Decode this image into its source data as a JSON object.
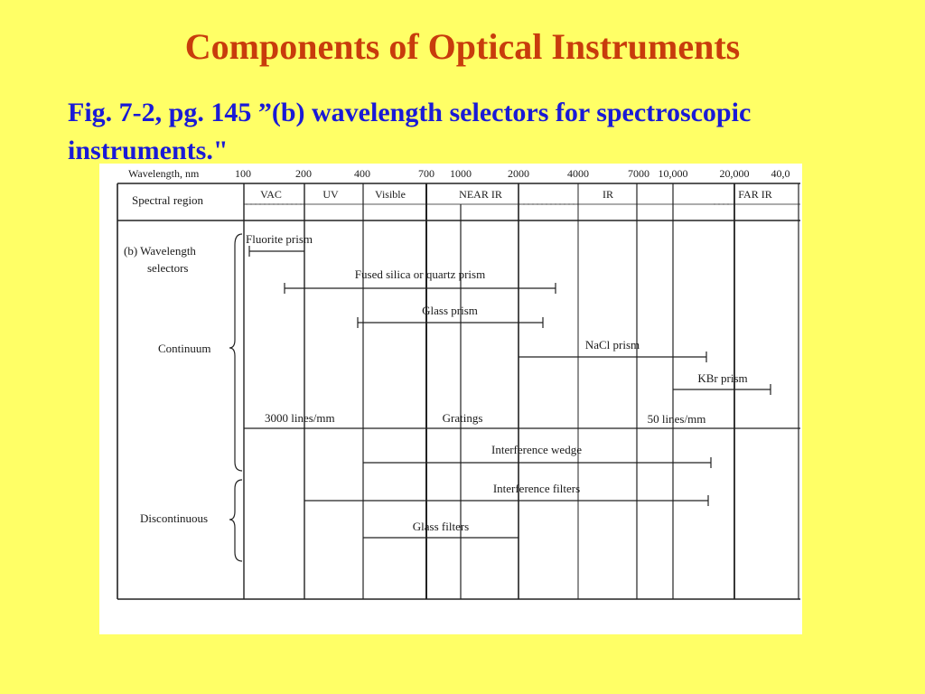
{
  "slide": {
    "title": "Components of Optical Instruments",
    "subtitle": "Fig. 7-2, pg. 145 ”(b) wavelength selectors for spectroscopic instruments.\""
  },
  "figure": {
    "wavelength_axis": {
      "label": "Wavelength, nm",
      "ticks": [
        "100",
        "200",
        "400",
        "700",
        "1000",
        "2000",
        "4000",
        "7000",
        "10,000",
        "20,000",
        "40,0"
      ]
    },
    "spectral_region": {
      "label": "Spectral region",
      "regions": [
        "VAC",
        "UV",
        "Visible",
        "NEAR IR",
        "IR",
        "FAR IR"
      ]
    },
    "selectors_label": [
      "(b)  Wavelength",
      "selectors"
    ],
    "groups": {
      "continuum": "Continuum",
      "discontinuous": "Discontinuous"
    },
    "grating_labels": {
      "left": "3000 lines/mm",
      "center": "Gratings",
      "right": "50 lines/mm"
    },
    "selectors": [
      {
        "label": "Fluorite prism",
        "from": "100",
        "to": "200"
      },
      {
        "label": "Fused silica or quartz prism",
        "from": "170",
        "to": "3500"
      },
      {
        "label": "Glass prism",
        "from": "380",
        "to": "2600"
      },
      {
        "label": "NaCl prism",
        "from": "2000",
        "to": "17000"
      },
      {
        "label": "KBr prism",
        "from": "10,000",
        "to": "30,000"
      },
      {
        "label": "Interference wedge",
        "from": "400",
        "to": "18000"
      },
      {
        "label": "Interference filters",
        "from": "200",
        "to": "17000"
      },
      {
        "label": "Glass filters",
        "from": "400",
        "to": "2000"
      }
    ]
  }
}
